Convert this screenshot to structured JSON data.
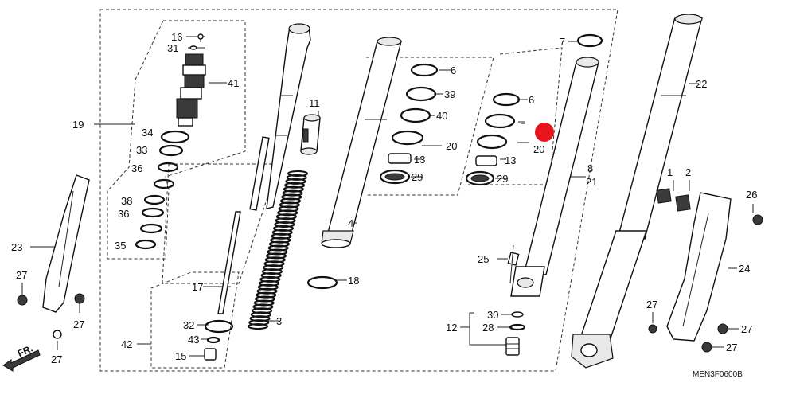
{
  "diagram_code": "MEN3F0600B",
  "direction_label": "FR.",
  "marker_color": "#e8141c",
  "callouts": {
    "c1": "1",
    "c2": "2",
    "c3": "3",
    "c4": "4",
    "c6a": "6",
    "c6b": "6",
    "c7": "7",
    "c8": "8",
    "c11": "11",
    "c12": "12",
    "c13a": "13",
    "c13b": "13",
    "c15": "15",
    "c16": "16",
    "c17": "17",
    "c18": "18",
    "c19": "19",
    "c20a": "20",
    "c20b": "20",
    "c21": "21",
    "c22": "22",
    "c23": "23",
    "c24": "24",
    "c25": "25",
    "c26": "26",
    "c27a": "27",
    "c27b": "27",
    "c27c": "27",
    "c27d": "27",
    "c27e": "27",
    "c27f": "27",
    "c28": "28",
    "c29a": "29",
    "c29b": "29",
    "c30": "30",
    "c31": "31",
    "c32": "32",
    "c33": "33",
    "c34": "34",
    "c35": "35",
    "c36a": "36",
    "c36b": "36",
    "c38": "38",
    "c39": "39",
    "c40": "40",
    "c41": "41",
    "c42": "42",
    "c43": "43"
  }
}
